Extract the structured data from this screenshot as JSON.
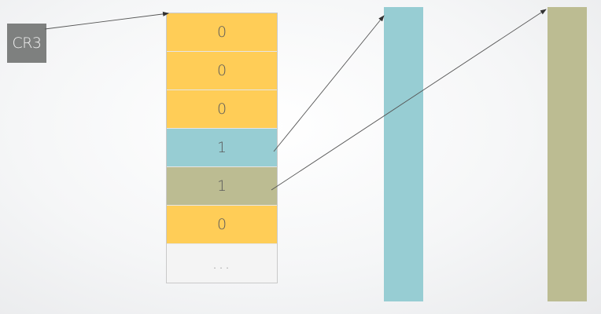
{
  "register": {
    "label": "CR3"
  },
  "table": {
    "cells": [
      {
        "text": "0",
        "color": "#ffcd57"
      },
      {
        "text": "0",
        "color": "#ffcd57"
      },
      {
        "text": "0",
        "color": "#ffcd57"
      },
      {
        "text": "1",
        "color": "#97cdd3"
      },
      {
        "text": "1",
        "color": "#bcbc92"
      },
      {
        "text": "0",
        "color": "#ffcd57"
      },
      {
        "text": "...",
        "color": "#f4f4f4"
      }
    ]
  },
  "pages": [
    {
      "color": "#97cdd3"
    },
    {
      "color": "#bcbc92"
    }
  ]
}
